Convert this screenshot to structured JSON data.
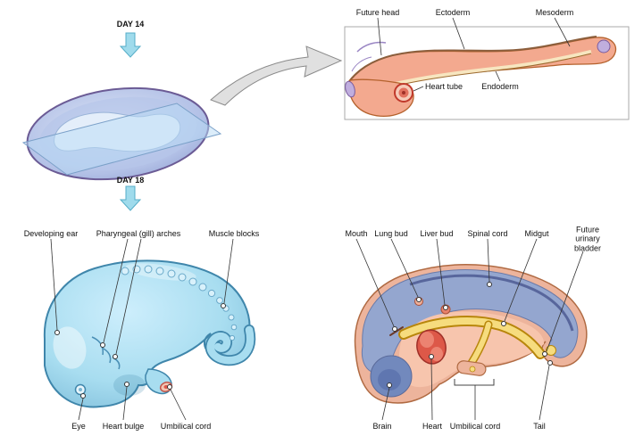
{
  "figure": {
    "description": "Embryonic development diagram, day 14 and day 18 views"
  },
  "stages": {
    "day14": "DAY 14",
    "day18": "DAY 18"
  },
  "day14_section": {
    "labels": {
      "future_head": "Future head",
      "ectoderm": "Ectoderm",
      "mesoderm": "Mesoderm",
      "heart_tube": "Heart tube",
      "endoderm": "Endoderm"
    }
  },
  "day18_external": {
    "labels": {
      "developing_ear": "Developing ear",
      "pharyngeal_arches": "Pharyngeal (gill) arches",
      "muscle_blocks": "Muscle blocks",
      "eye": "Eye",
      "heart_bulge": "Heart bulge",
      "umbilical_cord": "Umbilical cord"
    }
  },
  "day18_section": {
    "labels": {
      "mouth": "Mouth",
      "lung_bud": "Lung bud",
      "liver_bud": "Liver bud",
      "spinal_cord": "Spinal cord",
      "midgut": "Midgut",
      "future_urinary_bladder": "Future urinary bladder",
      "brain": "Brain",
      "heart": "Heart",
      "umbilical_cord": "Umbilical cord",
      "tail": "Tail"
    }
  },
  "colors": {
    "embryo_blue": "#a8ddf0",
    "embryo_outline": "#3f86ab",
    "mesoderm_salmon": "#f3a98f",
    "stage_arrow_cyan": "#9fdbec",
    "heart_red": "#dd5848",
    "gut_yellow": "#f6dc7e",
    "neural_blue": "#94a6cf",
    "plane_blue": "#bee0f8",
    "disc_lavender": "#b7c6ea"
  }
}
